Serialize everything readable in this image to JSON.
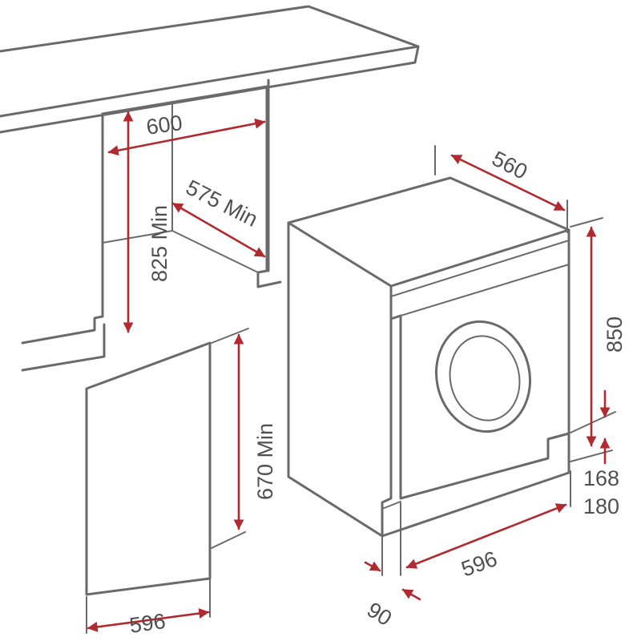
{
  "labels": {
    "cabinet_width": "600",
    "cabinet_height": "825 Min",
    "cabinet_depth": "575 Min",
    "machine_depth": "560",
    "machine_height": "850",
    "plinth_168": "168",
    "plinth_180": "180",
    "machine_width": "596",
    "door_offset": "90",
    "door_height": "670 Min",
    "door_width": "596"
  },
  "colors": {
    "dimension_line": "#b02a30",
    "outline": "#6a6a6a",
    "text": "#505050"
  }
}
